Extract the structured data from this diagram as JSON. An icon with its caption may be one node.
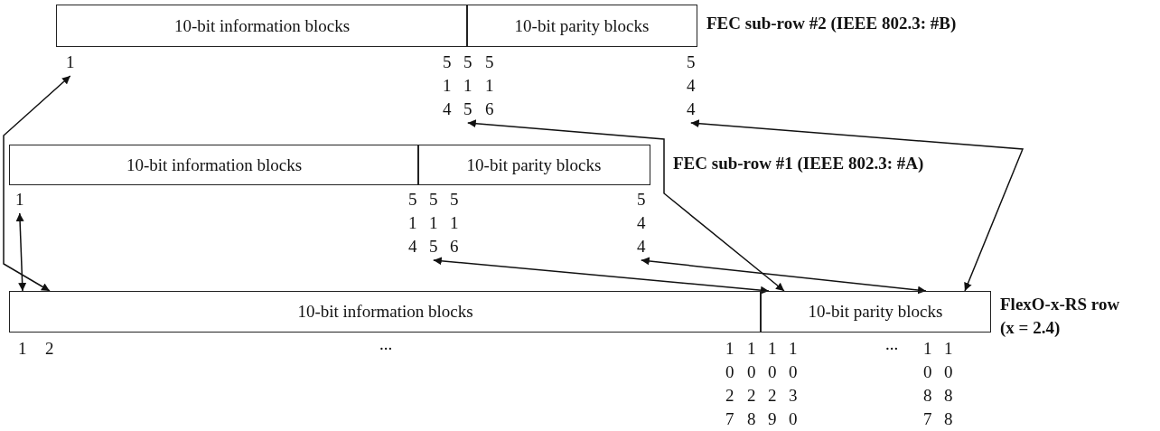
{
  "diagram": {
    "nodes": [
      {
        "text": [
          "10-bit information blocks"
        ]
      },
      {
        "text": [
          "10-bit parity blocks"
        ],
        "beside": [
          "FEC sub-row #2 (IEEE 802.3: #B)"
        ]
      },
      {
        "text": [
          "1"
        ]
      },
      {
        "text": [
          "515"
        ]
      },
      {
        "text": [
          "544"
        ]
      },
      {
        "text": [
          "10-bit information blocks"
        ]
      },
      {
        "text": [
          "10-bit parity blocks"
        ],
        "beside": [
          "FEC sub-row #1 (IEEE 802.3: #A)"
        ]
      },
      {
        "text": [
          "1"
        ]
      },
      {
        "text": [
          "515"
        ]
      },
      {
        "text": [
          "544"
        ]
      },
      {
        "text": [
          "10-bit information blocks"
        ]
      },
      {
        "text": [
          "10-bit parity blocks"
        ],
        "beside": [
          "FlexO-x-RS row (x = 2.4)"
        ]
      }
    ],
    "edges": [
      {
        "from": 7,
        "to": 10,
        "arrow": "both"
      },
      {
        "from": 2,
        "to": 10,
        "arrow": "both"
      },
      {
        "from": 8,
        "to": 11,
        "arrow": "both"
      },
      {
        "from": 3,
        "to": 11,
        "arrow": "both"
      },
      {
        "from": 9,
        "to": 11,
        "arrow": "both"
      },
      {
        "from": 4,
        "to": 11,
        "arrow": "both"
      }
    ],
    "labels": [
      "514",
      "516",
      "514",
      "516",
      "1",
      "2",
      "...",
      "1027",
      "1028",
      "1029",
      "1030",
      "...",
      "1087",
      "1088"
    ]
  }
}
